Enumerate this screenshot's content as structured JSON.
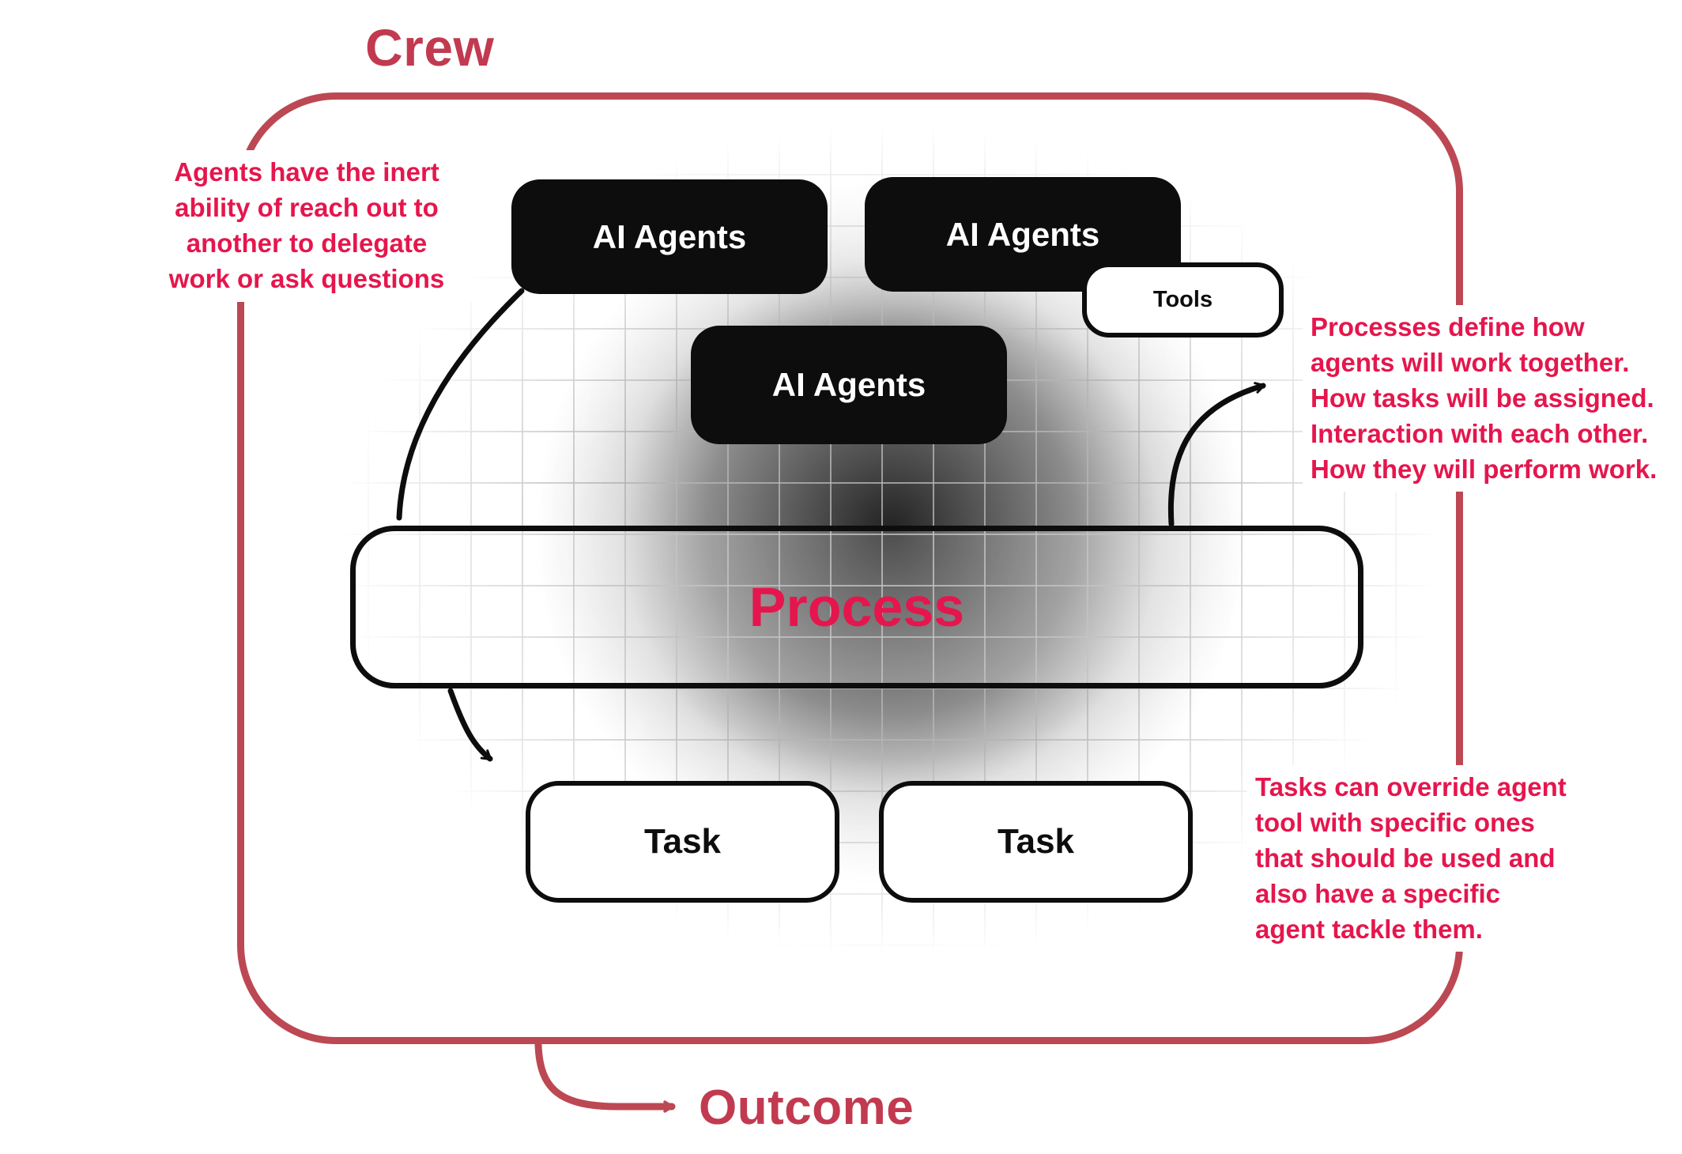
{
  "title": "Crew",
  "outcome_label": "Outcome",
  "boxes": {
    "agent1": "AI Agents",
    "agent2": "AI Agents",
    "agent3": "AI Agents",
    "tools": "Tools",
    "process": "Process",
    "task1": "Task",
    "task2": "Task"
  },
  "annotations": {
    "left": "Agents have the inert\nability of reach out to\nanother to delegate\nwork or ask questions",
    "right_top": "Processes define how\nagents will work together.\nHow tasks will be assigned.\nInteraction with each other.\nHow they will perform work.",
    "right_bottom": "Tasks can override agent\ntool with specific ones\nthat should be used and\nalso have a specific\nagent tackle them."
  },
  "colors": {
    "border_red": "#bc4853",
    "heading_red": "#c23a50",
    "accent_crimson": "#e5164d",
    "box_black": "#0d0d0d"
  }
}
